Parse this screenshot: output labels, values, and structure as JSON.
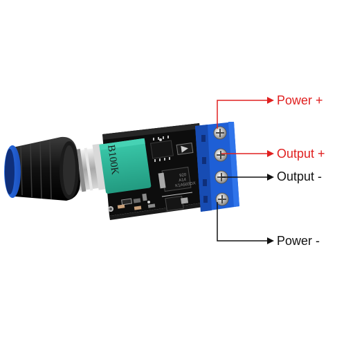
{
  "potentiometer": {
    "marking": "B100K"
  },
  "labels": {
    "power_plus": {
      "text": "Power +",
      "color": "#e02020"
    },
    "output_plus": {
      "text": "Output +",
      "color": "#e02020"
    },
    "output_minus": {
      "text": "Output -",
      "color": "#111111"
    },
    "power_minus": {
      "text": "Power -",
      "color": "#111111"
    }
  },
  "colors": {
    "pcb": "#0d0d0d",
    "terminal_block": "#1e5fd6",
    "potentiometer_body": "#2fb89b",
    "knob": "#111111",
    "knob_ring": "#1f66d1"
  },
  "icons": [
    "potentiometer-knob",
    "screw-terminal",
    "arrow-right"
  ]
}
